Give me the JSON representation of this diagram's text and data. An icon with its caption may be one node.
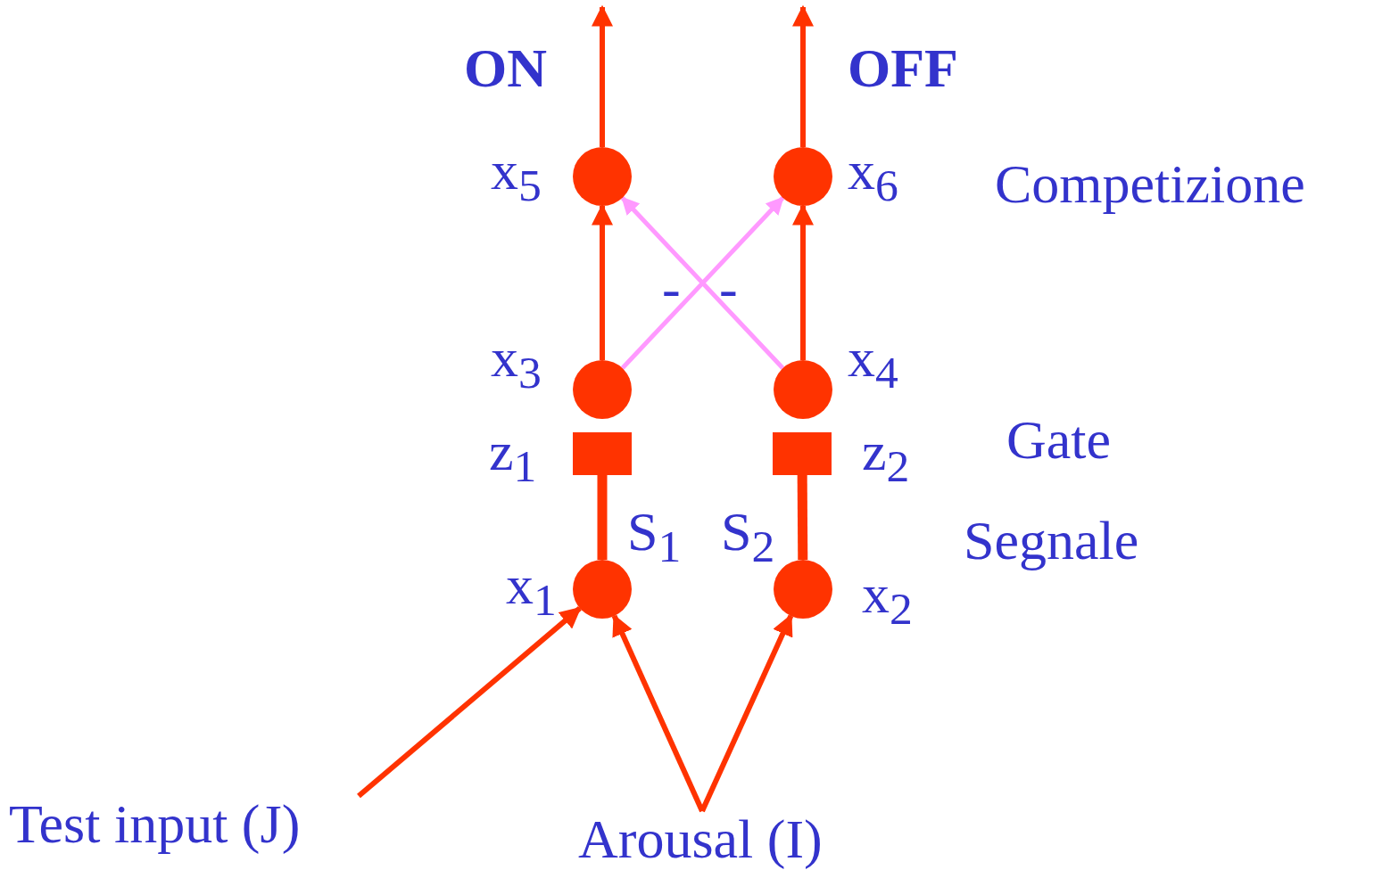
{
  "diagram": {
    "nodes": [
      {
        "text": [],
        "shape": "circle",
        "beside": [
          "x$_{5}$"
        ]
      },
      {
        "text": [],
        "shape": "circle",
        "beside": [
          "x$_{6}$"
        ]
      },
      {
        "text": [],
        "shape": "circle",
        "beside": [
          "x$_{3}$"
        ]
      },
      {
        "text": [],
        "shape": "circle",
        "beside": [
          "x$_{4}$"
        ]
      },
      {
        "text": [],
        "shape": "box",
        "beside": [
          "z$_{1}$"
        ]
      },
      {
        "text": [],
        "shape": "box",
        "beside": [
          "z$_{2}$"
        ]
      },
      {
        "text": [],
        "shape": "circle",
        "beside": [
          "x$_{1}$"
        ]
      },
      {
        "text": [],
        "shape": "circle",
        "beside": [
          "x$_{2}$"
        ]
      },
      {
        "text": [
          "Test input (J)"
        ]
      },
      {
        "text": [
          "Arousal (I)"
        ]
      }
    ],
    "edges": [
      {
        "from": 0,
        "to": null,
        "arrow": "to",
        "label": "ON"
      },
      {
        "from": 1,
        "to": null,
        "arrow": "to",
        "label": "OFF"
      },
      {
        "from": 2,
        "to": 0,
        "arrow": "to"
      },
      {
        "from": 3,
        "to": 1,
        "arrow": "to"
      },
      {
        "from": 2,
        "to": 1,
        "arrow": "to",
        "color": "#ff99ff",
        "label": "-"
      },
      {
        "from": 3,
        "to": 0,
        "arrow": "to",
        "color": "#ff99ff",
        "label": "-"
      },
      {
        "from": 6,
        "to": 4,
        "arrow": "none",
        "style": "thick",
        "label": "S$_{1}$"
      },
      {
        "from": 7,
        "to": 5,
        "arrow": "none",
        "style": "thick",
        "label": "S$_{2}$"
      },
      {
        "from": 8,
        "to": 6,
        "arrow": "to"
      },
      {
        "from": 9,
        "to": 6,
        "arrow": "to"
      },
      {
        "from": 9,
        "to": 7,
        "arrow": "to"
      }
    ],
    "labels": [
      "Competizione",
      "Gate",
      "Segnale"
    ]
  }
}
